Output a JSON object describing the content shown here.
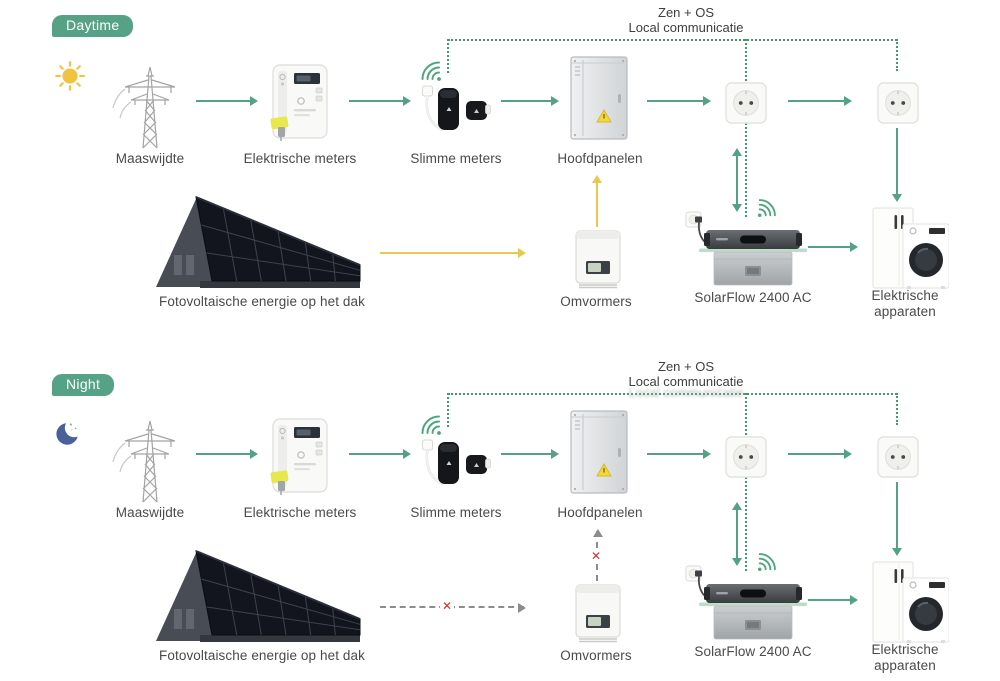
{
  "colors": {
    "flow_green": "#55A185",
    "comm_dotted_green": "#3F9A6C",
    "solar_yellow": "#E7C94F",
    "blocked_red": "#D0342C",
    "inactive_gray": "#8C8C8C",
    "badge_green": "#56A287"
  },
  "comm": {
    "line1": "Zen + OS",
    "line2": "Local communicatie"
  },
  "markers": {
    "blocked": "✕"
  },
  "sections": [
    {
      "badge": "Daytime",
      "time_icon": "sun",
      "labels": {
        "grid": "Maaswijdte",
        "meters": "Elektrische meters",
        "smart": "Slimme meters",
        "panels": "Hoofdpanelen",
        "pv": "Fotovoltaische energie op het dak",
        "inverter": "Omvormers",
        "battery": "SolarFlow 2400 AC",
        "appliances1": "Elektrische",
        "appliances2": "apparaten"
      }
    },
    {
      "badge": "Night",
      "time_icon": "moon",
      "labels": {
        "grid": "Maaswijdte",
        "meters": "Elektrische meters",
        "smart": "Slimme meters",
        "panels": "Hoofdpanelen",
        "pv": "Fotovoltaische energie op het dak",
        "inverter": "Omvormers",
        "battery": "SolarFlow 2400 AC",
        "appliances1": "Elektrische",
        "appliances2": "apparaten"
      }
    }
  ]
}
